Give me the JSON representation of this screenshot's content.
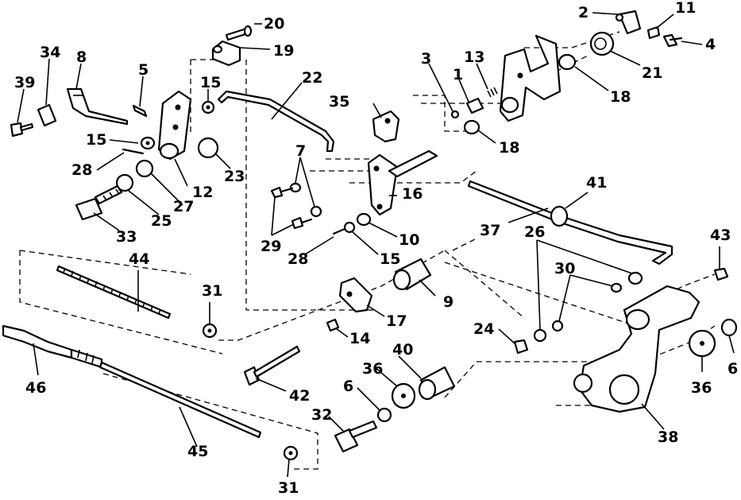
{
  "callouts": {
    "c1": "1",
    "c2": "2",
    "c3": "3",
    "c4": "4",
    "c5": "5",
    "c6a": "6",
    "c6b": "6",
    "c7": "7",
    "c8": "8",
    "c9": "9",
    "c10": "10",
    "c11": "11",
    "c12": "12",
    "c13": "13",
    "c14": "14",
    "c15a": "15",
    "c15b": "15",
    "c15c": "15",
    "c16": "16",
    "c17": "17",
    "c18a": "18",
    "c18b": "18",
    "c19": "19",
    "c20": "20",
    "c21": "21",
    "c22": "22",
    "c23": "23",
    "c24": "24",
    "c25": "25",
    "c26": "26",
    "c27": "27",
    "c28a": "28",
    "c28b": "28",
    "c29": "29",
    "c30": "30",
    "c31a": "31",
    "c31b": "31",
    "c32": "32",
    "c33": "33",
    "c34": "34",
    "c35": "35",
    "c36a": "36",
    "c36b": "36",
    "c37": "37",
    "c38": "38",
    "c39": "39",
    "c40": "40",
    "c41": "41",
    "c42": "42",
    "c43": "43",
    "c44": "44",
    "c45": "45",
    "c46": "46"
  }
}
